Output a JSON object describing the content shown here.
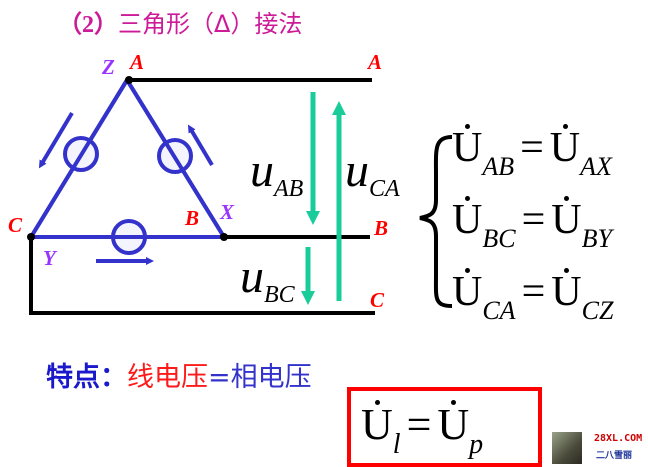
{
  "title": {
    "number": "（2）",
    "text": "三角形（Δ）接法"
  },
  "diagram": {
    "node_labels": {
      "A_top": "A",
      "Z": "Z",
      "C": "C",
      "Y": "Y",
      "B": "B",
      "X": "X",
      "line_A": "A",
      "line_B": "B",
      "line_C": "C"
    },
    "voltages": [
      {
        "symbol": "u",
        "sub": "AB"
      },
      {
        "symbol": "u",
        "sub": "CA"
      },
      {
        "symbol": "u",
        "sub": "BC"
      }
    ],
    "colors": {
      "triangle": "#3333cc",
      "arrows": "#19cc99",
      "lines": "#000000",
      "labels_red": "#ff0000",
      "labels_purple": "#9933ff"
    }
  },
  "equations": [
    {
      "lhs": "U",
      "lhs_sub": "AB",
      "op": "=",
      "rhs": "U",
      "rhs_sub": "AX"
    },
    {
      "lhs": "U",
      "lhs_sub": "BC",
      "op": "=",
      "rhs": "U",
      "rhs_sub": "BY"
    },
    {
      "lhs": "U",
      "lhs_sub": "CA",
      "op": "=",
      "rhs": "U",
      "rhs_sub": "CZ"
    }
  ],
  "feature": {
    "key": "特点：",
    "part1": "线电压",
    "part2": "=相电压"
  },
  "result_box": {
    "lhs": "U",
    "lhs_sub": "l",
    "op": "=",
    "rhs": "U",
    "rhs_sub": "p"
  },
  "watermark": {
    "line1": "28XL.COM",
    "line2": "二八雪丽"
  }
}
